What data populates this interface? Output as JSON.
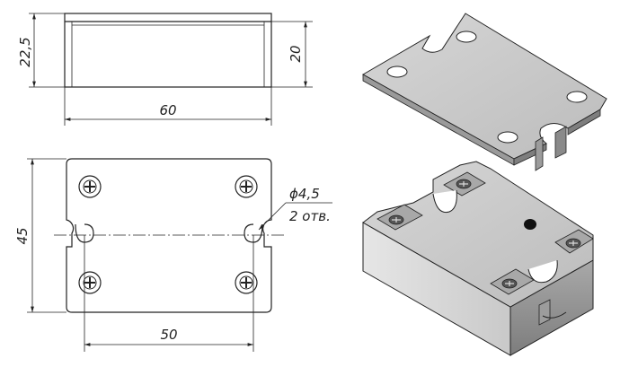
{
  "dimensions": {
    "side_height": "22,5",
    "inner_height": "20",
    "width": "60",
    "depth": "45",
    "hole_spacing": "50",
    "hole_diameter": "ϕ4,5",
    "hole_count": "2 отв."
  },
  "colors": {
    "line": "#222222",
    "part_light": "#d9d9d9",
    "part_mid": "#bdbdbd",
    "part_dark": "#8f8f8f",
    "part_top": "#c8c8c8"
  }
}
